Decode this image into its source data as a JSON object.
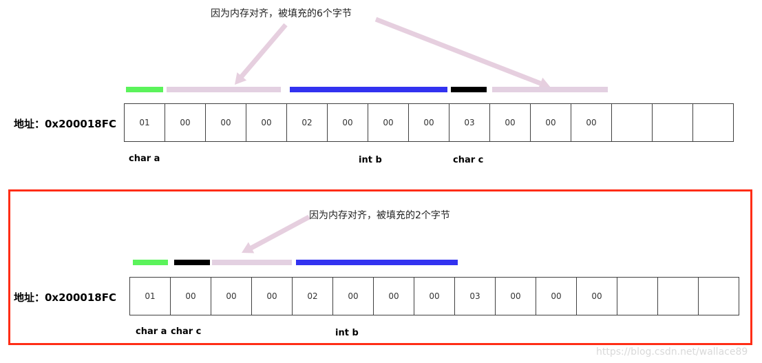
{
  "colors": {
    "char_a_green": "#5bf35b",
    "int_b_blue": "#3232f0",
    "char_c_black": "#000000",
    "padding_lavender": "#e3d0e1",
    "arrow_pink": "#e6cfdf",
    "red_border": "#ff2d16",
    "watermark_gray": "#d9d9d9"
  },
  "top_diagram": {
    "annotation": "因为内存对齐，被填充的6个字节",
    "address": "地址：0x200018FC",
    "cells": [
      "01",
      "00",
      "00",
      "00",
      "02",
      "00",
      "00",
      "00",
      "03",
      "00",
      "00",
      "00",
      "",
      "",
      ""
    ],
    "labels": {
      "char_a": "char a",
      "int_b": "int b",
      "char_c": "char c"
    },
    "byte_layout": [
      {
        "field": "char a",
        "bytes": 1
      },
      {
        "field": "padding",
        "bytes": 3
      },
      {
        "field": "int b",
        "bytes": 4
      },
      {
        "field": "char c",
        "bytes": 1
      },
      {
        "field": "padding",
        "bytes": 3
      }
    ]
  },
  "bottom_diagram": {
    "annotation": "因为内存对齐，被填充的2个字节",
    "address": "地址：0x200018FC",
    "cells": [
      "01",
      "00",
      "00",
      "00",
      "02",
      "00",
      "00",
      "00",
      "03",
      "00",
      "00",
      "00",
      "",
      "",
      ""
    ],
    "labels": {
      "char_a": "char a",
      "char_c": "char c",
      "int_b": "int b"
    },
    "byte_layout": [
      {
        "field": "char a",
        "bytes": 1
      },
      {
        "field": "char c",
        "bytes": 1
      },
      {
        "field": "padding",
        "bytes": 2
      },
      {
        "field": "int b",
        "bytes": 4
      }
    ]
  },
  "watermark": "https://blog.csdn.net/wallace89"
}
